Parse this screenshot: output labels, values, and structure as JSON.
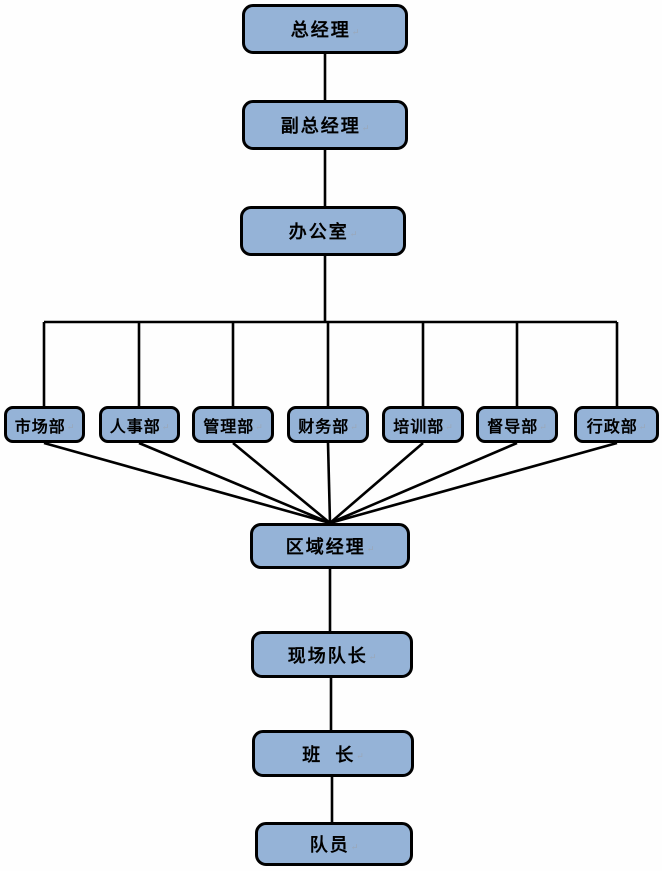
{
  "diagram": {
    "type": "org-chart",
    "colors": {
      "box_fill": "#95B3D7",
      "box_border": "#000000",
      "connector": "#000000",
      "background": "#FEFEFE"
    },
    "return_mark": "↵",
    "nodes": {
      "general_manager": {
        "label": "总经理"
      },
      "deputy_general_manager": {
        "label": "副总经理"
      },
      "office": {
        "label": "办公室"
      },
      "departments": [
        {
          "label": "市场部"
        },
        {
          "label": "人事部"
        },
        {
          "label": "管理部"
        },
        {
          "label": "财务部"
        },
        {
          "label": "培训部"
        },
        {
          "label": "督导部"
        },
        {
          "label": "行政部"
        }
      ],
      "regional_manager": {
        "label": "区域经理"
      },
      "site_captain": {
        "label": "现场队长"
      },
      "squad_leader": {
        "label": "班  长"
      },
      "team_member": {
        "label": "队员"
      }
    }
  }
}
